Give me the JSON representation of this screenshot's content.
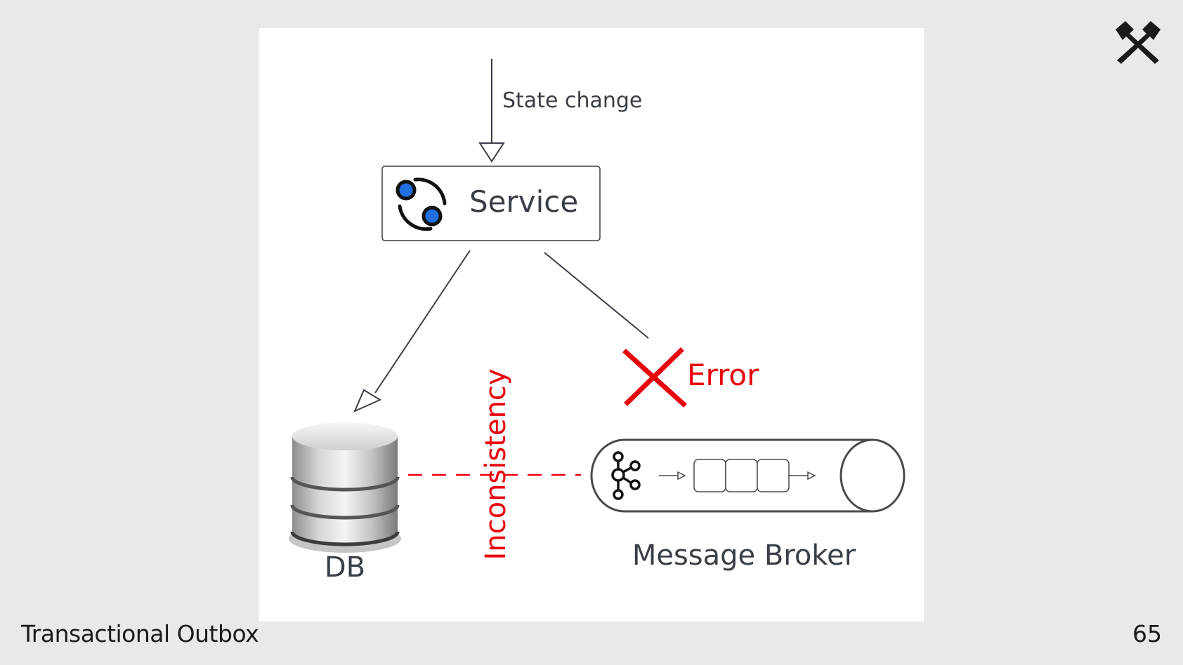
{
  "footer": {
    "title": "Transactional Outbox",
    "page_number": "65"
  },
  "logo": {
    "icon": "crossed-hammers-icon",
    "color": "#1a1a1a"
  },
  "diagram": {
    "input_label": "State change",
    "service": {
      "label": "Service",
      "icon": "service-cycle-icon",
      "icon_accent": "#1f6fe0"
    },
    "error": {
      "label": "Error",
      "icon": "red-x-icon",
      "color": "#e8000b"
    },
    "inconsistency_label": "Inconsistency",
    "db_label": "DB",
    "broker_label": "Message Broker",
    "broker_icon": "kafka-icon",
    "colors": {
      "line": "#3a3f47",
      "text": "#3a3f47",
      "warning": "#e8000b"
    }
  }
}
